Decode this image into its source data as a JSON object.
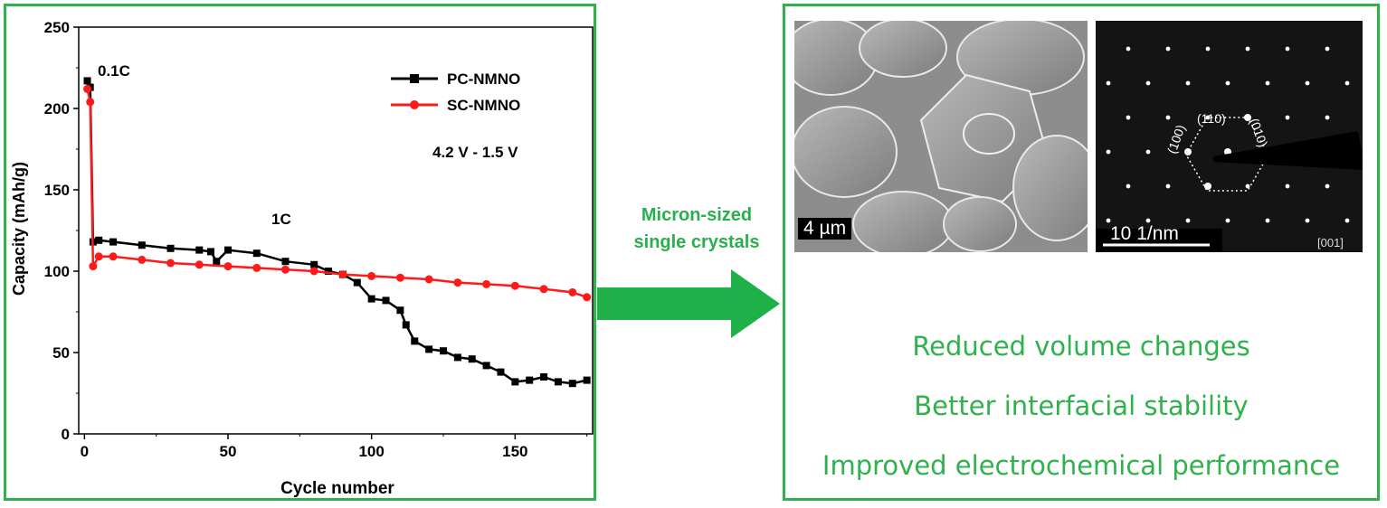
{
  "chart_data": {
    "type": "scatter-line",
    "xlabel": "Cycle number",
    "ylabel": "Capacity (mAh/g)",
    "xlim": [
      -2,
      177
    ],
    "ylim": [
      0,
      250
    ],
    "xticks": [
      0,
      50,
      100,
      150
    ],
    "yticks": [
      0,
      50,
      100,
      150,
      200,
      250
    ],
    "legend": "top-right",
    "annotations": {
      "rate_low": "0.1C",
      "rate_high": "1C",
      "voltage_window": "4.2 V - 1.5 V"
    },
    "series": [
      {
        "name": "PC-NMNO",
        "color": "#000000",
        "marker": "square",
        "x": [
          1,
          2,
          3,
          5,
          10,
          20,
          30,
          40,
          44,
          46,
          50,
          60,
          70,
          80,
          85,
          90,
          95,
          100,
          105,
          110,
          112,
          115,
          120,
          125,
          130,
          135,
          140,
          145,
          150,
          155,
          160,
          165,
          170,
          175
        ],
        "y": [
          217,
          213,
          118,
          119,
          118,
          116,
          114,
          113,
          112,
          106,
          113,
          111,
          106,
          104,
          100,
          98,
          93,
          83,
          82,
          76,
          67,
          57,
          52,
          51,
          47,
          46,
          42,
          38,
          32,
          33,
          35,
          32,
          31,
          33
        ]
      },
      {
        "name": "SC-NMNO",
        "color": "#ff1a1a",
        "marker": "circle",
        "x": [
          1,
          2,
          3,
          5,
          10,
          20,
          30,
          40,
          50,
          60,
          70,
          80,
          90,
          100,
          110,
          120,
          130,
          140,
          150,
          160,
          170,
          175
        ],
        "y": [
          212,
          204,
          103,
          109,
          109,
          107,
          105,
          104,
          103,
          102,
          101,
          100,
          98,
          97,
          96,
          95,
          93,
          92,
          91,
          89,
          87,
          84
        ]
      }
    ]
  },
  "arrow_label": [
    "Micron-sized",
    "single crystals"
  ],
  "sem": {
    "scale_label": "4 µm"
  },
  "saed": {
    "scale_label": "10 1/nm",
    "zone_axis": "[001]",
    "planes": [
      "(100)",
      "(110)",
      "(010)"
    ]
  },
  "benefits": [
    "Reduced volume changes",
    "Better interfacial stability",
    "Improved electrochemical performance"
  ],
  "colors": {
    "frame": "#2fb24c",
    "arrow": "#20b04a"
  }
}
